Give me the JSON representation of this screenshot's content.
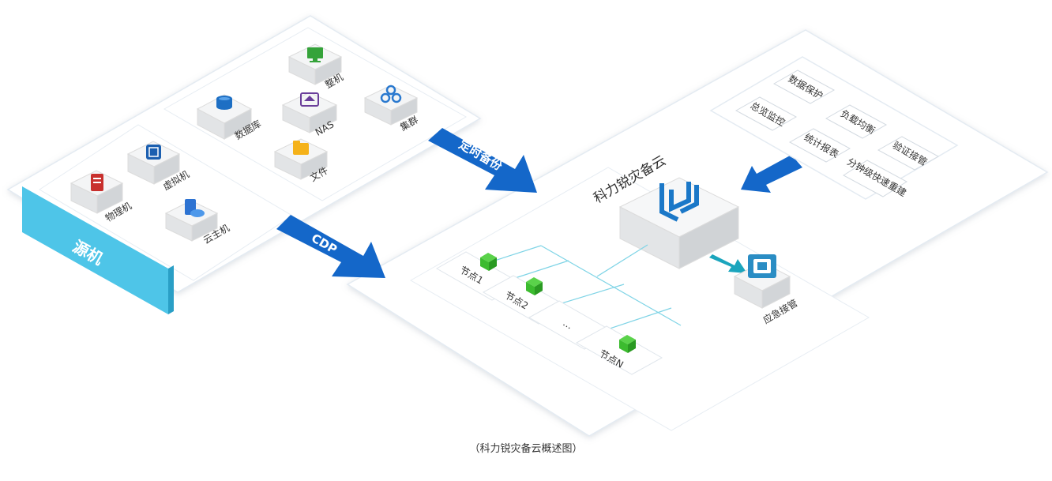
{
  "source": {
    "title": "源机",
    "items": [
      "物理机",
      "虚拟机",
      "云主机",
      "数据库",
      "整机",
      "NAS",
      "文件",
      "集群"
    ]
  },
  "arrows": {
    "scheduled_backup": "定时备份",
    "cdp": "CDP"
  },
  "cloud": {
    "title": "科力锐灾备云",
    "nodes": [
      "节点1",
      "节点2",
      "...",
      "节点N"
    ],
    "emergency": "应急接管"
  },
  "features": [
    "数据保护",
    "总览监控",
    "负载均衡",
    "统计报表",
    "验证接管",
    "分钟级快速重建"
  ],
  "caption": "（科力锐灾备云概述图）",
  "colors": {
    "arrow_blue": "#1467c9",
    "source_cyan": "#4ec5e8",
    "node_green": "#3cbb2f",
    "line_cyan": "#7fd4e6",
    "logo_blue": "#1b78c8"
  }
}
